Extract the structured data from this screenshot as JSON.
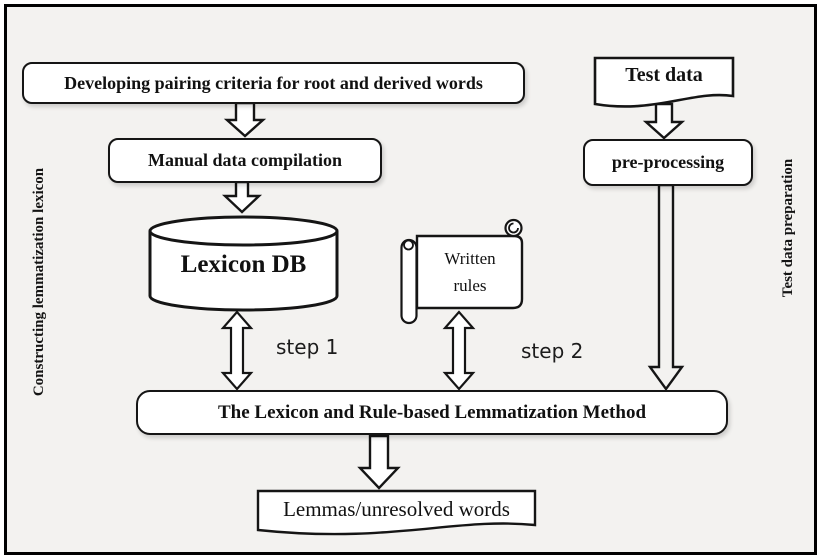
{
  "side_labels": {
    "left_vertical": "Constructing lemmatization lexicon",
    "right_vertical": "Test data preparation"
  },
  "nodes": {
    "developing": "Developing pairing criteria for root and derived words",
    "manual": "Manual data compilation",
    "lexicon_db": "Lexicon DB",
    "written_rules_line1": "Written",
    "written_rules_line2": "rules",
    "method": "The Lexicon and Rule-based Lemmatization Method",
    "lemmas": "Lemmas/unresolved words",
    "test_data": "Test data",
    "preprocessing": "pre-processing"
  },
  "step_labels": {
    "step1": "step 1",
    "step2": "step 2"
  },
  "colors": {
    "background": "#f3f2f0",
    "node_fill": "#ffffff",
    "stroke": "#151515",
    "text": "#111111"
  }
}
